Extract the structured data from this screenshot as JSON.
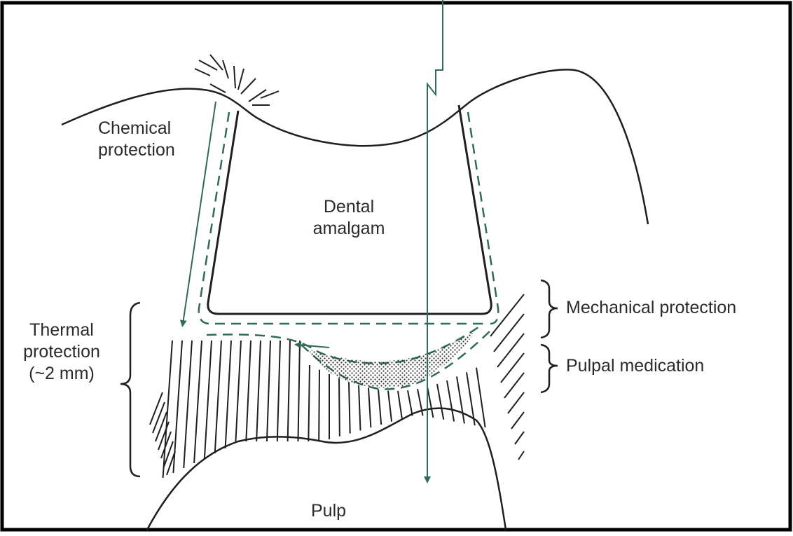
{
  "labels": {
    "chemical": [
      "Chemical",
      "protection"
    ],
    "amalgam": [
      "Dental",
      "amalgam"
    ],
    "thermal": [
      "Thermal",
      "protection",
      "(~2 mm)"
    ],
    "mechanical": "Mechanical protection",
    "medication": "Pulpal medication",
    "pulp": "Pulp"
  },
  "colors": {
    "line": "#1f1f1f",
    "arrow": "#2f6b57",
    "dashed": "#2f6b57",
    "text": "#2b2b2b",
    "frame": "#000000"
  }
}
